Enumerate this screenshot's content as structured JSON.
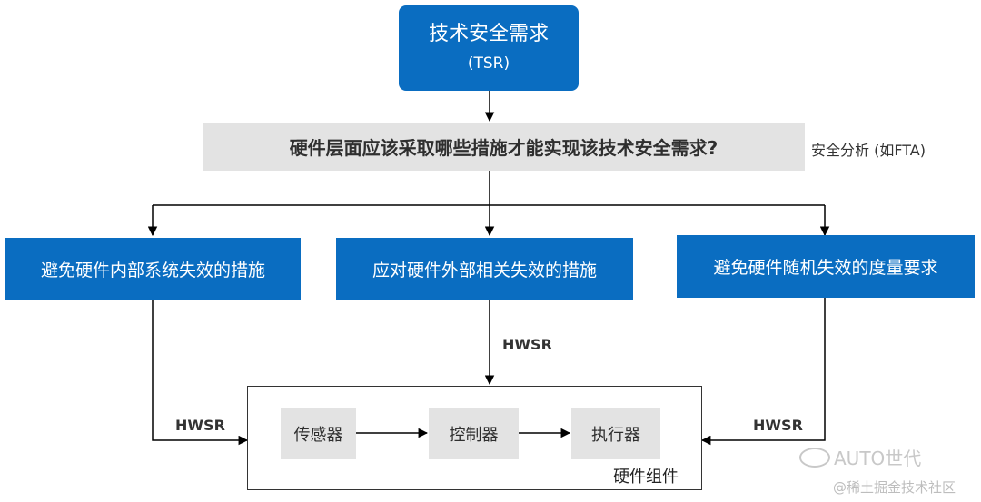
{
  "tsr": {
    "title": "技术安全需求",
    "abbr": "(TSR)"
  },
  "question": "硬件层面应该采取哪些措施才能实现该技术安全需求?",
  "analysis_note": "安全分析 (如FTA)",
  "measures": [
    "避免硬件内部系统失效的措施",
    "应对硬件外部相关失效的措施",
    "避免硬件随机失效的度量要求"
  ],
  "hwsr_label": "HWSR",
  "component": {
    "title": "硬件组件",
    "parts": [
      "传感器",
      "控制器",
      "执行器"
    ]
  },
  "watermark": {
    "line1": "AUTO世代",
    "line2": "@稀土掘金技术社区"
  },
  "colors": {
    "box_blue": "#0a6dc1",
    "box_gray": "#e3e3e3",
    "line": "#000000"
  }
}
